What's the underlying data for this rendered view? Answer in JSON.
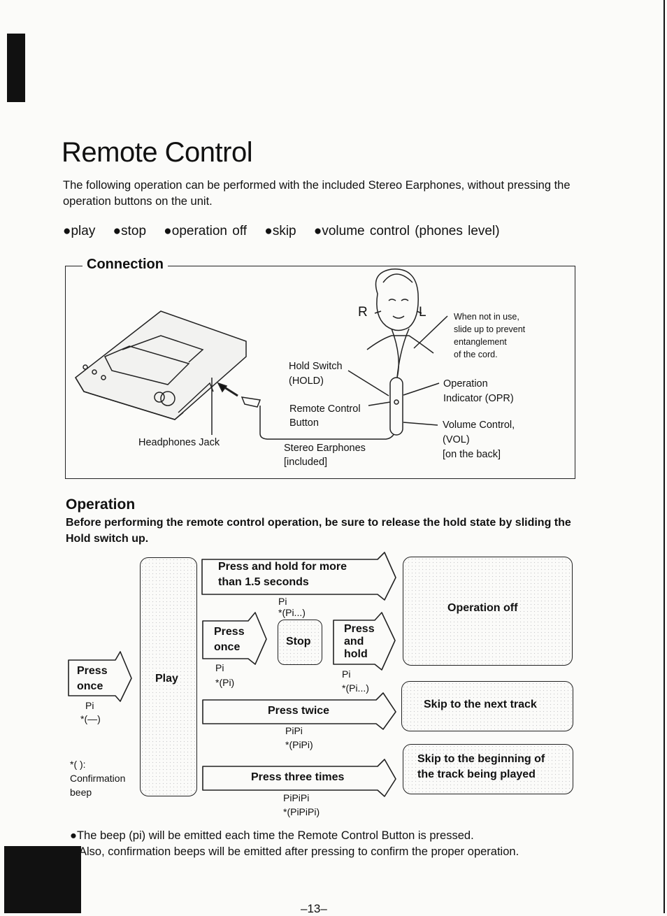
{
  "page": {
    "title": "Remote Control",
    "intro": "The following operation can be performed with the included Stereo Earphones, without pressing the operation buttons on the unit.",
    "features": [
      "●play",
      "●stop",
      "●operation off",
      "●skip",
      "●volume control (phones level)"
    ],
    "page_number": "–13–"
  },
  "connection": {
    "title": "Connection",
    "labels": {
      "r": "R",
      "l": "L",
      "headphones_jack": "Headphones Jack",
      "hold_switch": "Hold Switch",
      "hold_switch_abbr": "(HOLD)",
      "remote_control": "Remote Control",
      "button": "Button",
      "stereo_earphones": "Stereo Earphones",
      "included": "[included]",
      "when_not_in_use": [
        "When not in use,",
        "slide up to prevent",
        "entanglement",
        "of the cord."
      ],
      "operation": "Operation",
      "indicator": "Indicator (OPR)",
      "volume_control": "Volume Control,",
      "vol": "(VOL)",
      "on_back": "[on the back]"
    }
  },
  "operation": {
    "title": "Operation",
    "warning": "Before performing the remote control operation, be sure to release the hold state by sliding the Hold switch up.",
    "start": {
      "action": [
        "Press",
        "once"
      ],
      "beep": "Pi",
      "confirm": "*(—)"
    },
    "state": "Play",
    "hold_long": {
      "action": [
        "Press and hold for more",
        "than 1.5 seconds"
      ],
      "beep": "Pi",
      "confirm": "*(Pi...)"
    },
    "press_once": {
      "action": [
        "Press",
        "once"
      ],
      "beep": "Pi",
      "confirm": "*(Pi)"
    },
    "stop": "Stop",
    "press_hold": {
      "action": [
        "Press",
        "and",
        "hold"
      ],
      "beep": "Pi",
      "confirm": "*(Pi...)"
    },
    "press_twice": {
      "action": "Press twice",
      "beep": "PiPi",
      "confirm": "*(PiPi)"
    },
    "press_three": {
      "action": "Press three times",
      "beep": "PiPiPi",
      "confirm": "*(PiPiPi)"
    },
    "results": {
      "off": "Operation off",
      "next": "Skip to the next track",
      "beginning": [
        "Skip to the beginning of",
        "the track being played"
      ]
    },
    "legend": [
      "*(  ):",
      "Confirmation",
      "beep"
    ]
  },
  "footer": {
    "line1": "●The beep (pi) will be emitted each time the Remote Control Button is pressed.",
    "line2": "Also, confirmation beeps will be emitted after pressing to confirm the proper operation."
  }
}
